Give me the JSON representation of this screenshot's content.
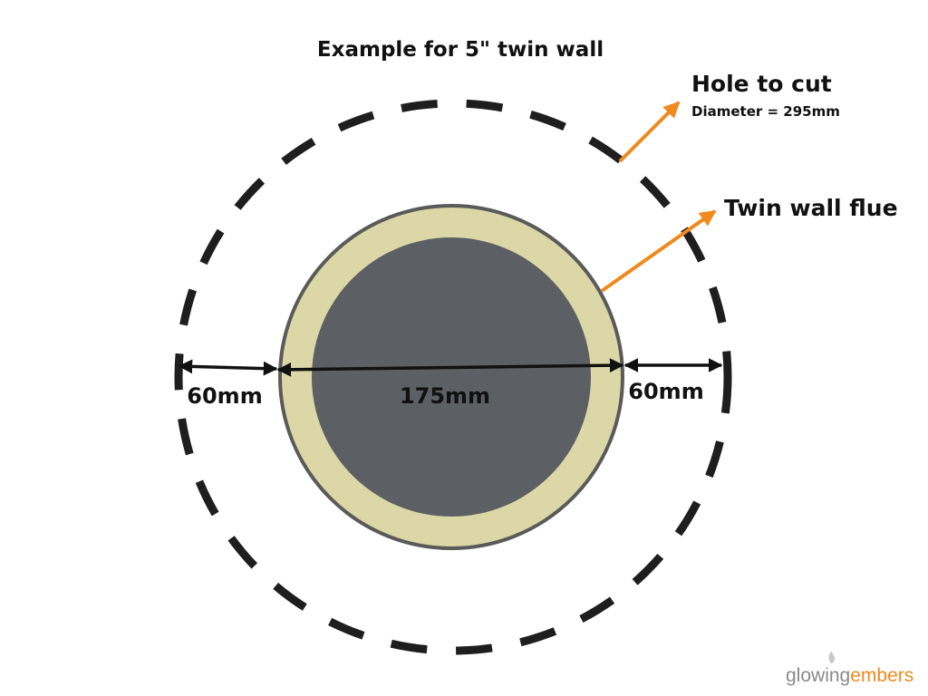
{
  "diagram": {
    "title": "Example for 5\" twin wall",
    "hole_label": "Hole to cut",
    "hole_sublabel": "Diameter = 295mm",
    "flue_label": "Twin wall flue",
    "left_gap": "60mm",
    "flue_diameter": "175mm",
    "right_gap": "60mm"
  },
  "logo": {
    "part1": "glowing",
    "part2": "embers"
  },
  "colors": {
    "outer_ring": "#dcd7a6",
    "inner_core": "#5c5f64",
    "ring_stroke": "#5a5a5a",
    "dash_stroke": "#1e1e1e",
    "arrow_orange": "#f0891e",
    "logo_grey": "#8a8a8a",
    "logo_orange": "#f0891e"
  }
}
